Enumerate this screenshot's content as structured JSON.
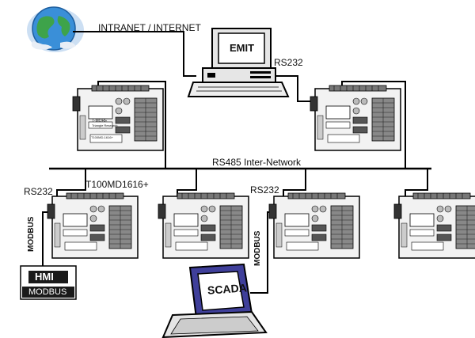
{
  "labels": {
    "internet": "INTRANET / INTERNET",
    "rs232_top": "RS232",
    "rs485": "RS485 Inter-Network",
    "model": "T100MD1616+",
    "rs232_left": "RS232",
    "rs232_mid": "RS232",
    "modbus_left": "MODBUS",
    "modbus_mid": "MODBUS"
  },
  "devices": {
    "pc_screen": "EMIT",
    "hmi_title": "HMI",
    "hmi_sub": "MODBUS",
    "scada_screen": "SCADA"
  },
  "board_text": {
    "brand": "T-MORE",
    "sub": "Triangle Research",
    "model": "T100MD-1616+"
  }
}
